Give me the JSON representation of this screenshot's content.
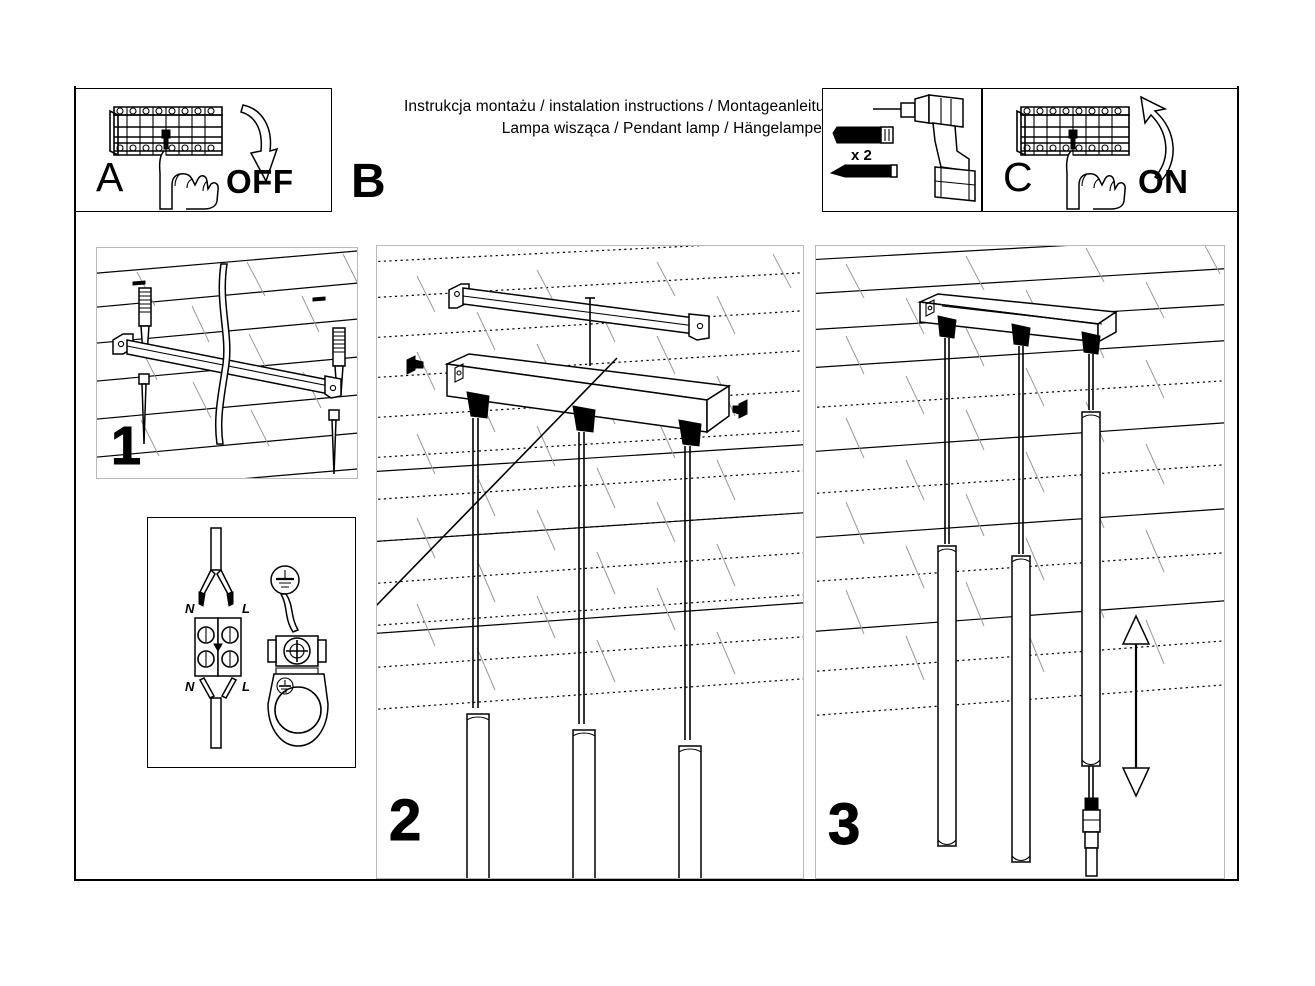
{
  "document": {
    "type": "installation-instruction-sheet",
    "title_lines": [
      "Instrukcja montażu / instalation instructions / Montageanleitung",
      "Lampa wisząca / Pendant lamp / Hängelampe"
    ],
    "product": "Lampa wisząca / Pendant lamp / Hängelampe",
    "languages": [
      "Polish",
      "English",
      "German"
    ]
  },
  "header": {
    "panel_a": {
      "letter": "A",
      "action_label": "OFF",
      "subject": "circuit-breaker-panel",
      "arrow": "curved-down-arrow"
    },
    "letter_b": "B",
    "tools_panel": {
      "quantity_label": "x 2",
      "items": [
        "wall-plug",
        "screw",
        "power-drill"
      ]
    },
    "panel_c": {
      "letter": "C",
      "action_label": "ON",
      "subject": "circuit-breaker-panel",
      "arrow": "curved-up-arrow"
    }
  },
  "steps": [
    {
      "number": "1",
      "name": "mount-bracket-to-ceiling",
      "contents": [
        "mounting-bar",
        "wall-plugs",
        "screws",
        "mains-cable",
        "brick-ceiling"
      ]
    },
    {
      "number": "2",
      "name": "connect-wiring-and-attach-canopy",
      "contents": [
        "mounting-bar",
        "canopy-plate",
        "three-pendant-cables",
        "three-tubes",
        "fixing-screws"
      ]
    },
    {
      "number": "3",
      "name": "adjust-pendant-height-and-finish",
      "contents": [
        "installed-canopy",
        "three-pendant-tubes",
        "cable-adjuster",
        "height-adjust-arrow"
      ]
    }
  ],
  "wiring_detail": {
    "name": "terminal-block-wiring",
    "terminal_labels_top": [
      "N",
      "L"
    ],
    "terminal_labels_bottom": [
      "N",
      "L"
    ],
    "earth_symbol": "protective-earth",
    "components": [
      "supply-cable",
      "terminal-block",
      "earth-terminal",
      "earth-screw"
    ]
  }
}
